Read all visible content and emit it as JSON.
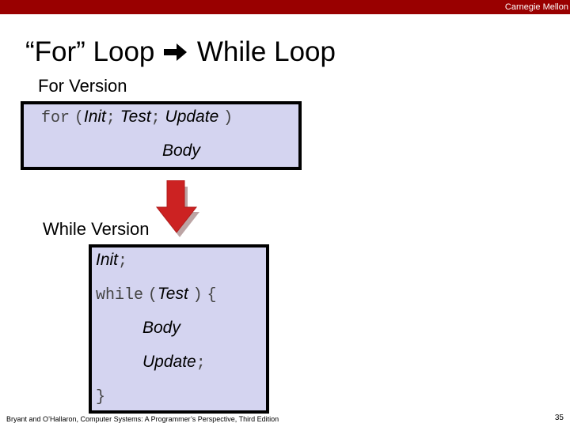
{
  "header": {
    "brand": "Carnegie Mellon"
  },
  "title": {
    "left": "“For” Loop",
    "right": "While Loop"
  },
  "for_section": {
    "label": "For Version",
    "kw_for": "for",
    "paren_open": "(",
    "init": "Init",
    "semi1": ";",
    "test": "Test",
    "semi2": ";",
    "update": "Update",
    "paren_close": ")",
    "body": "Body"
  },
  "while_section": {
    "label": "While Version",
    "init": "Init",
    "semi": ";",
    "kw_while": "while",
    "paren_open": "(",
    "test": "Test",
    "paren_close": ")",
    "brace_open": "{",
    "body": "Body",
    "update": "Update",
    "update_semi": ";",
    "brace_close": "}"
  },
  "colors": {
    "topbar": "#990000",
    "box_fill": "#d4d4f0",
    "arrow_red": "#cc2222"
  },
  "icons": {
    "title_arrow": "right-arrow-icon",
    "down_arrow": "down-arrow-icon"
  },
  "footer": {
    "citation": "Bryant and O’Hallaron, Computer Systems: A Programmer’s Perspective, Third Edition",
    "page": "35"
  }
}
